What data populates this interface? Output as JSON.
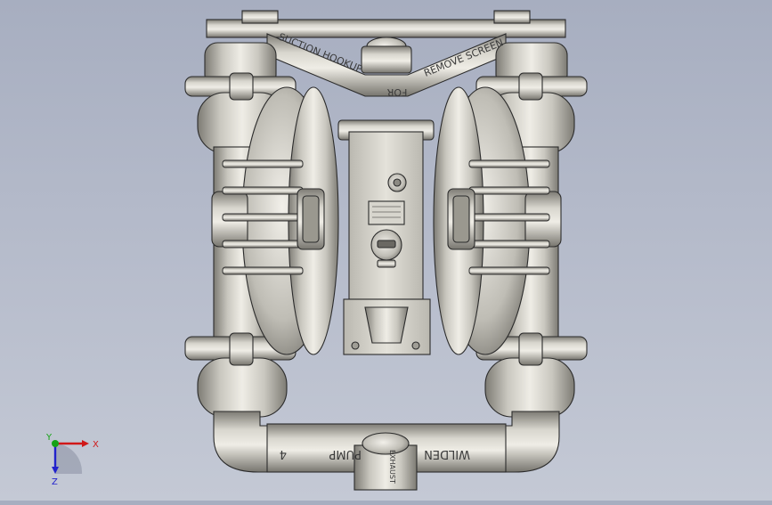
{
  "model": {
    "labels": {
      "suction_hookup": "SUCTION HOOKUP",
      "for": "FOR",
      "remove_screen": "REMOVE SCREEN",
      "brand": "WILDEN",
      "pump": "PUMP",
      "size": "4",
      "exhaust": "EXHAUST"
    }
  },
  "triad": {
    "x_label": "X",
    "y_label": "Y",
    "z_label": "Z"
  },
  "colors": {
    "metal": "#dcdad2",
    "metal_dark": "#8c8a83",
    "outline": "#2b2b2b",
    "axis_x": "#d01818",
    "axis_y": "#16a316",
    "axis_z": "#2222cc"
  }
}
